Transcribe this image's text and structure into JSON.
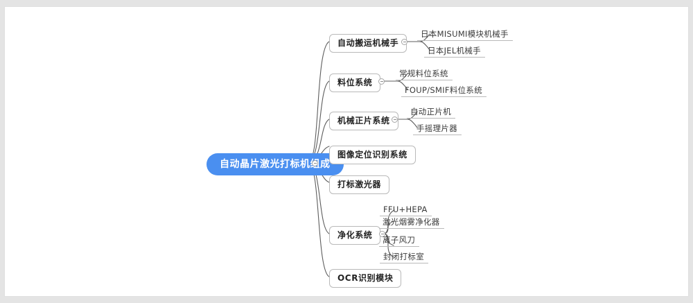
{
  "canvas": {
    "background_color": "#ffffff",
    "frame_color": "#e0e0e0",
    "page_background": "#e4e4e4",
    "accent_color": "#4a8ff0",
    "node_border_color": "#b9b9b9",
    "branch_line_color": "#5c5c5c"
  },
  "mindmap": {
    "root": {
      "label": "自动晶片激光打标机组成",
      "toggle_icon": "collapse-minus-icon"
    },
    "branches": [
      {
        "label": "自动搬运机械手",
        "toggle_icon": "collapse-minus-icon",
        "children": [
          {
            "label": "日本MISUMI模块机械手"
          },
          {
            "label": "日本JEL机械手"
          }
        ]
      },
      {
        "label": "料位系统",
        "toggle_icon": "collapse-minus-icon",
        "children": [
          {
            "label": "常规料位系统"
          },
          {
            "label": "FOUP/SMIF料位系统"
          }
        ]
      },
      {
        "label": "机械正片系统",
        "toggle_icon": "collapse-minus-icon",
        "children": [
          {
            "label": "自动正片机"
          },
          {
            "label": "手摇理片器"
          }
        ]
      },
      {
        "label": "图像定位识别系统",
        "children": []
      },
      {
        "label": "打标激光器",
        "children": []
      },
      {
        "label": "净化系统",
        "toggle_icon": "collapse-minus-icon",
        "children": [
          {
            "label": "FFU+HEPA"
          },
          {
            "label": "激光烟雾净化器"
          },
          {
            "label": "离子风刀"
          },
          {
            "label": "封闭打标室"
          }
        ]
      },
      {
        "label": "OCR识别模块",
        "children": []
      }
    ]
  }
}
